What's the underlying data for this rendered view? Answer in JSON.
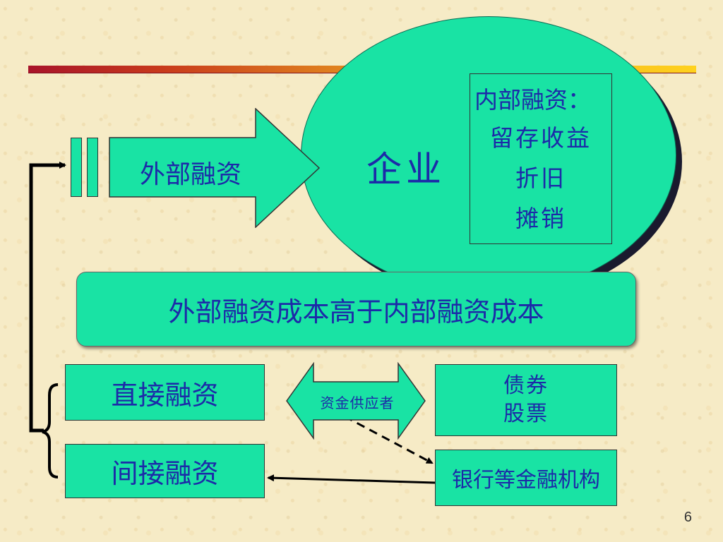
{
  "diagram": {
    "enterprise_label": "企业",
    "internal_financing": {
      "heading": "内部融资：",
      "items": [
        "留存收益",
        "折旧",
        "摊销"
      ]
    },
    "external_financing_label": "外部融资",
    "cost_statement": "外部融资成本高于内部融资成本",
    "direct_financing_label": "直接融资",
    "indirect_financing_label": "间接融资",
    "fund_supplier_label": "资金供应者",
    "securities": [
      "债券",
      "股票"
    ],
    "financial_institutions_label": "银行等金融机构",
    "page_number": "6"
  },
  "colors": {
    "shape_fill": "#19e3a4",
    "text": "#1c2aa8",
    "title_bar_start": "#a8142a",
    "title_bar_end": "#ffd21e"
  }
}
